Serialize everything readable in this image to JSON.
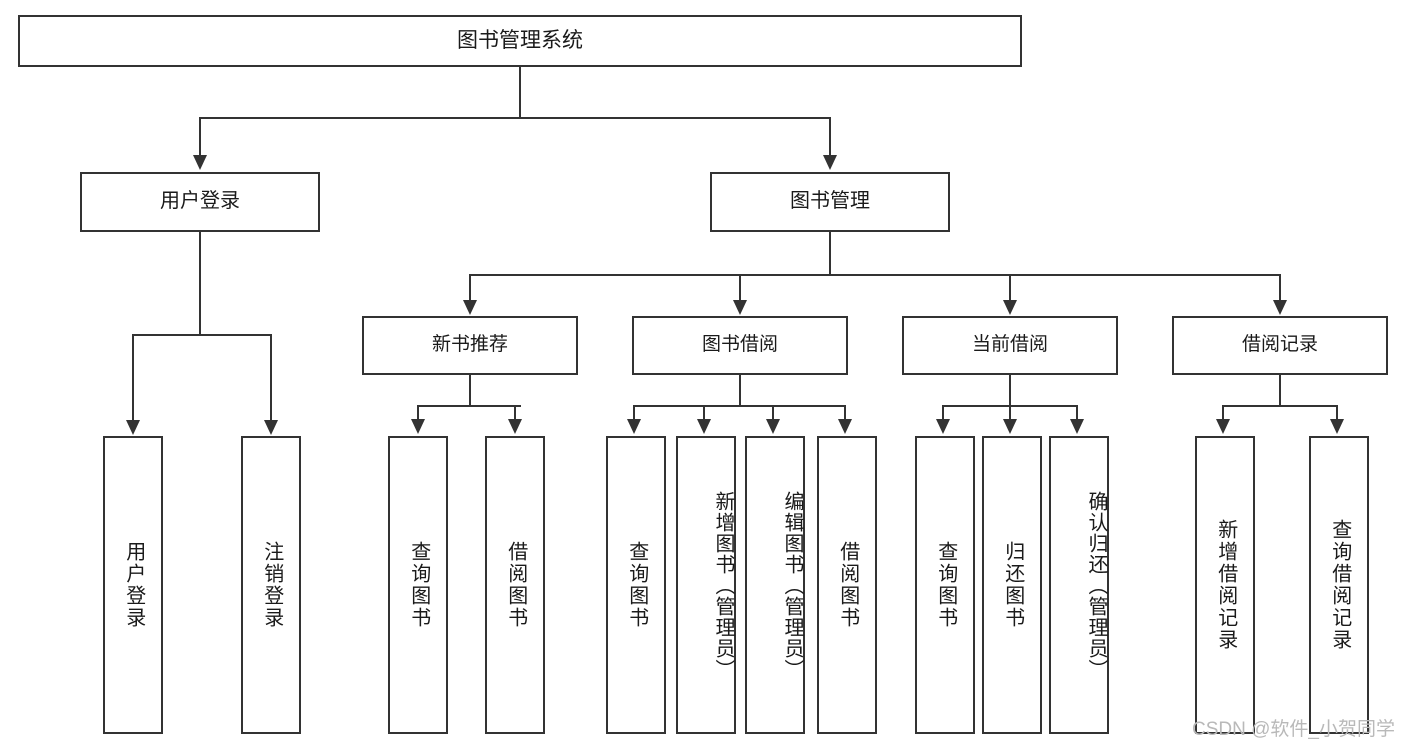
{
  "diagram": {
    "type": "tree-hierarchy",
    "title": "图书管理系统",
    "watermark": "CSDN @软件_小贺同学",
    "colors": {
      "stroke": "#333333",
      "background": "#ffffff",
      "text": "#1a1a1a",
      "watermark": "#b9b9b9"
    }
  },
  "nodes": {
    "root": {
      "label": "图书管理系统"
    },
    "level2": [
      {
        "label": "用户登录"
      },
      {
        "label": "图书管理"
      }
    ],
    "level3": [
      {
        "label": "新书推荐"
      },
      {
        "label": "图书借阅"
      },
      {
        "label": "当前借阅"
      },
      {
        "label": "借阅记录"
      }
    ],
    "leaves_user_login": [
      {
        "label": "用户登录"
      },
      {
        "label": "注销登录"
      }
    ],
    "leaves_new_books": [
      {
        "label": "查询图书"
      },
      {
        "label": "借阅图书"
      }
    ],
    "leaves_borrow": [
      {
        "label": "查询图书"
      },
      {
        "label": "新增图书（管理员）"
      },
      {
        "label": "编辑图书（管理员）"
      },
      {
        "label": "借阅图书"
      }
    ],
    "leaves_current": [
      {
        "label": "查询图书"
      },
      {
        "label": "归还图书"
      },
      {
        "label": "确认归还（管理员）"
      }
    ],
    "leaves_records": [
      {
        "label": "新增借阅记录"
      },
      {
        "label": "查询借阅记录"
      }
    ]
  }
}
